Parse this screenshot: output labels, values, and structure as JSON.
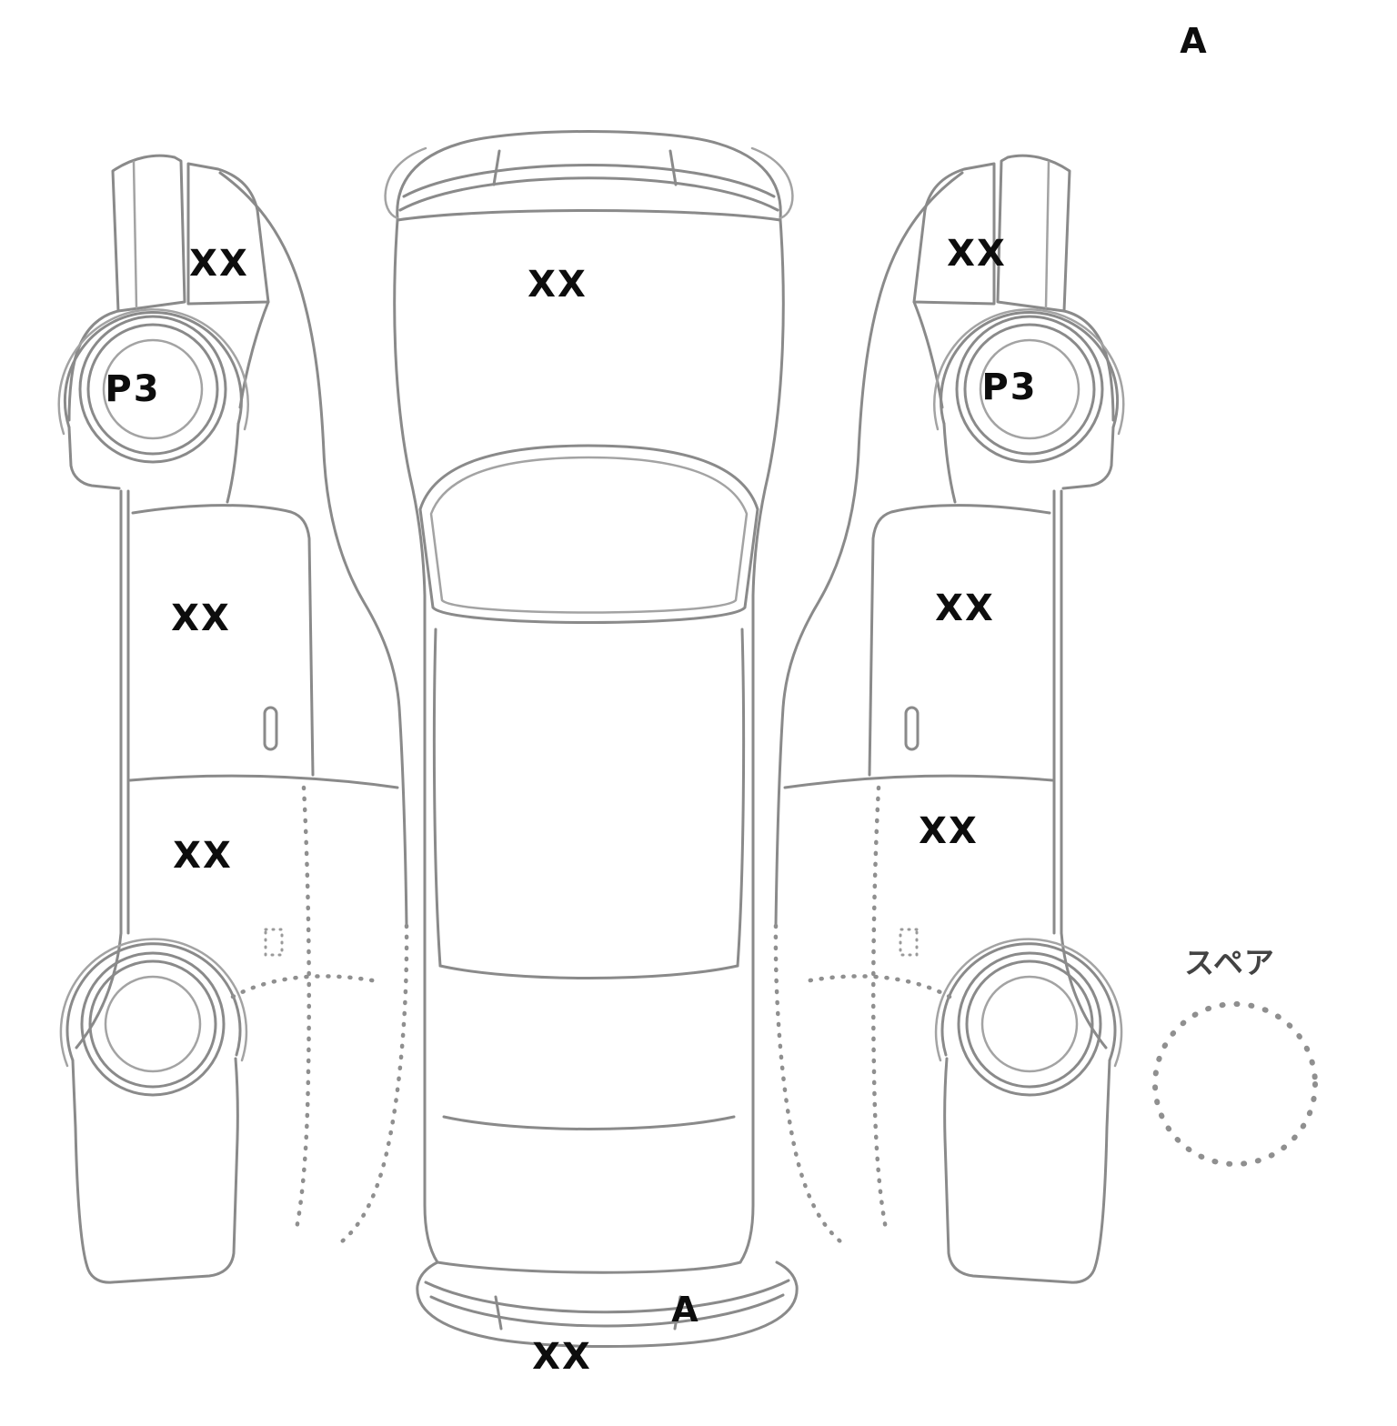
{
  "diagram": {
    "sheet_mark": "A",
    "top_view": {
      "hood": "XX",
      "rear_corner": "A",
      "rear_bumper": "XX"
    },
    "left_side": {
      "front_fender": "XX",
      "front_wheel": "P3",
      "front_door": "XX",
      "rear_door": "XX"
    },
    "right_side": {
      "front_fender": "XX",
      "front_wheel": "P3",
      "front_door": "XX",
      "rear_door": "XX"
    },
    "spare": {
      "label": "スペア"
    },
    "colors": {
      "line": "#8a8a8a",
      "label": "#0d0d0d"
    }
  }
}
